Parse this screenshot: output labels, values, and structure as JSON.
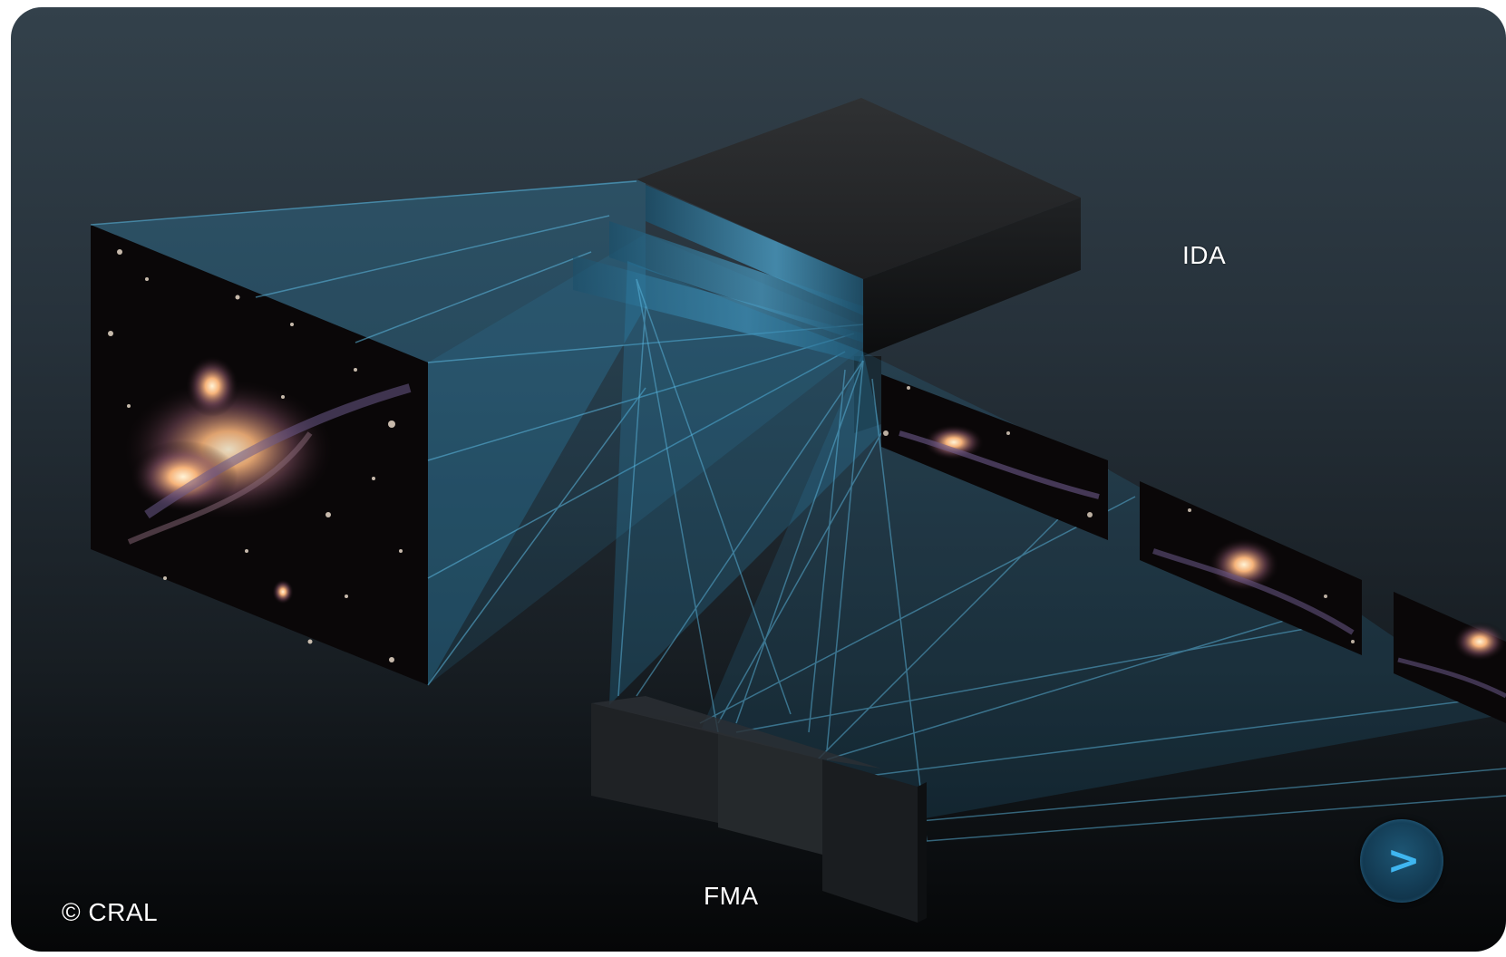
{
  "labels": {
    "ida": "IDA",
    "fma": "FMA",
    "credit": "© CRAL"
  },
  "next_button": {
    "glyph": ">",
    "icon": "chevron-right-icon",
    "color": "#3fb6f0"
  },
  "colors": {
    "beam": "#2d8fbf",
    "background_top": "#33414b",
    "background_bottom": "#050607"
  }
}
